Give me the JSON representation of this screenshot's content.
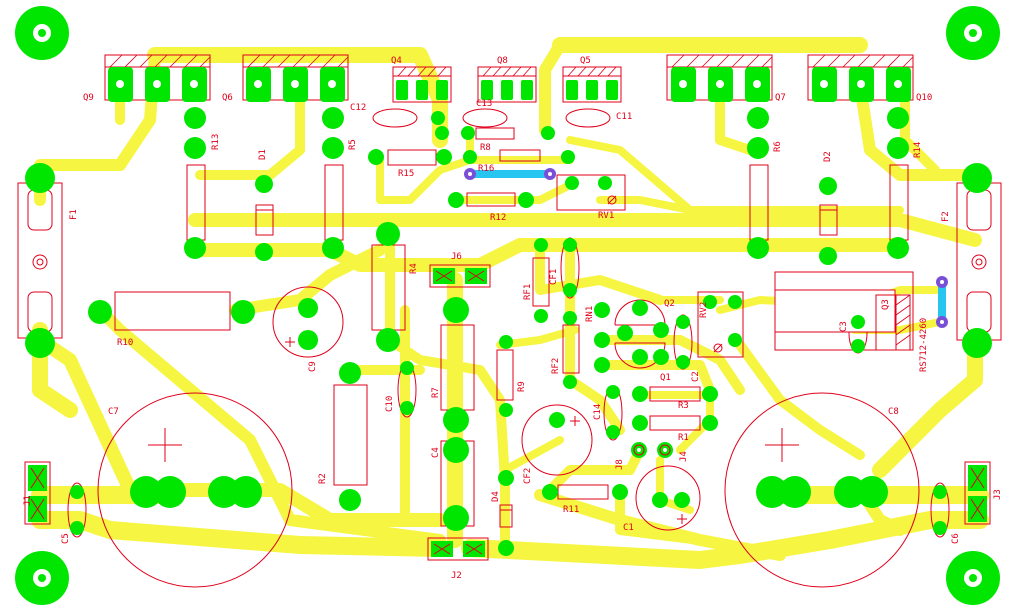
{
  "colors": {
    "copper": "#f5f542",
    "pad": "#00e600",
    "silk": "#e0001a",
    "via": "#7a4fd8",
    "jumper": "#26c6f0",
    "background": "#ffffff"
  },
  "labels": {
    "q9": "Q9",
    "q6": "Q6",
    "q4": "Q4",
    "q8": "Q8",
    "q5": "Q5",
    "q7": "Q7",
    "q10": "Q10",
    "r13": "R13",
    "d1": "D1",
    "r5": "R5",
    "c12": "C12",
    "c13": "C13",
    "c11": "C11",
    "r8": "R8",
    "r16": "R16",
    "r15": "R15",
    "r12": "R12",
    "rv1": "RV1",
    "r6": "R6",
    "d2": "D2",
    "r14": "R14",
    "f1": "F1",
    "f2": "F2",
    "r4": "R4",
    "j6": "J6",
    "cf1": "CF1",
    "rf1": "RF1",
    "rn1": "RN1",
    "q2": "Q2",
    "rv2": "RV2",
    "c3": "C3",
    "q3": "Q3",
    "q3part": "RS712-4260",
    "r10": "R10",
    "c9": "C9",
    "c10": "C10",
    "r7": "R7",
    "r9": "R9",
    "rf2": "RF2",
    "q1": "Q1",
    "c2": "C2",
    "r3": "R3",
    "r1": "R1",
    "c14": "C14",
    "c7": "C7",
    "c8": "C8",
    "r2": "R2",
    "c4": "C4",
    "cf2": "CF2",
    "j8": "J8",
    "j4": "J4",
    "j1": "J1",
    "j3": "J3",
    "c5": "C5",
    "c6": "C6",
    "d4": "D4",
    "r11": "R11",
    "c1": "C1",
    "j2": "J2"
  }
}
